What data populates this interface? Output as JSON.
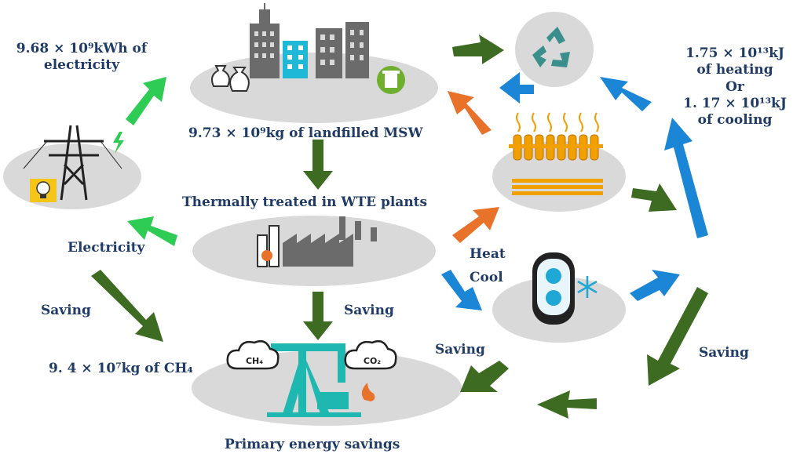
{
  "labels": {
    "electricity_amount_line1": "9.68 × 10⁹kWh of",
    "electricity_amount_line2": "electricity",
    "landfill_amount": "9.73 × 10⁹kg of landfilled MSW",
    "thermal_treatment": "Thermally treated in WTE plants",
    "electricity": "Electricity",
    "heat": "Heat",
    "cool": "Cool",
    "saving_left": "Saving",
    "saving_center": "Saving",
    "saving_bottom_right": "Saving",
    "saving_right": "Saving",
    "methane_amount": "9. 4 × 10⁷kg of CH₄",
    "primary_energy": "Primary energy savings",
    "heating_line1": "1.75 × 10¹³kJ",
    "heating_line2": "of heating",
    "or": "Or",
    "cooling_line1": "1. 17 × 10¹³kJ",
    "cooling_line2": "of cooling",
    "ch4_cloud": "CH₄",
    "co2_cloud": "CO₂"
  },
  "colors": {
    "text": "#1f3b66",
    "green_arrow": "#3d6b22",
    "light_green_arrow": "#2ecc55",
    "blue_arrow": "#1b86d6",
    "orange_arrow": "#e8722a",
    "ellipse": "#d9d9d9",
    "teal": "#1fb8b0"
  }
}
